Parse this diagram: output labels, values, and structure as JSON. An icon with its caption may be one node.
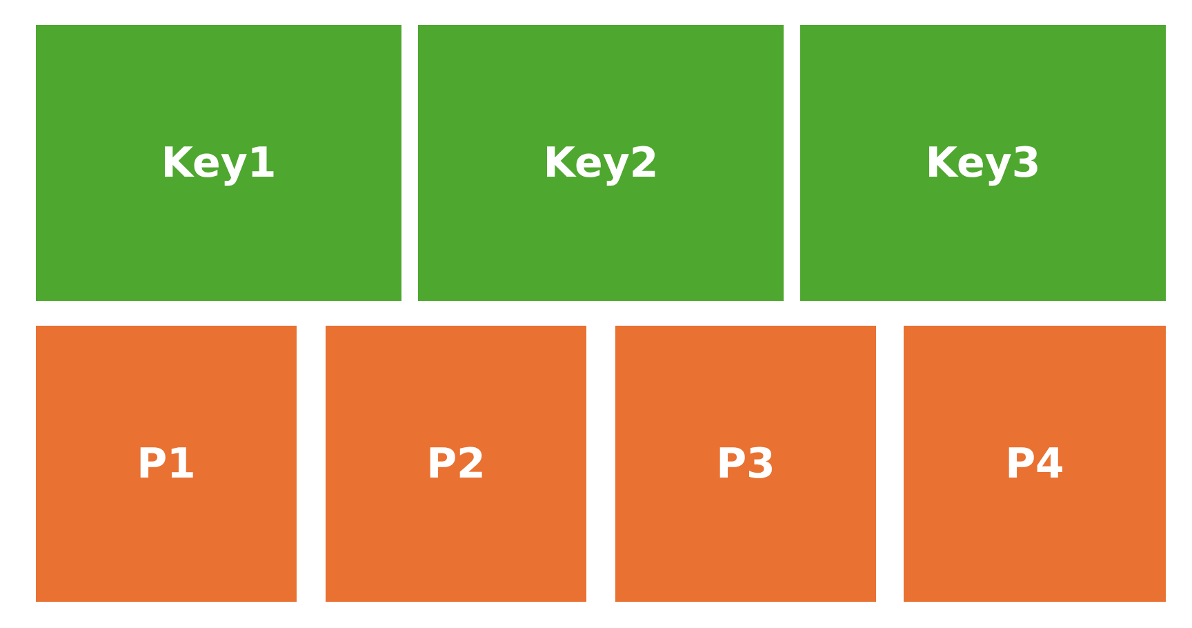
{
  "diagram": {
    "nodes": [
      {
        "text": [
          "Key1"
        ]
      },
      {
        "text": [
          "Key2"
        ]
      },
      {
        "text": [
          "Key3"
        ]
      },
      {
        "text": [
          "P1"
        ]
      },
      {
        "text": [
          "P2"
        ]
      },
      {
        "text": [
          "P3"
        ]
      },
      {
        "text": [
          "P4"
        ]
      }
    ]
  }
}
